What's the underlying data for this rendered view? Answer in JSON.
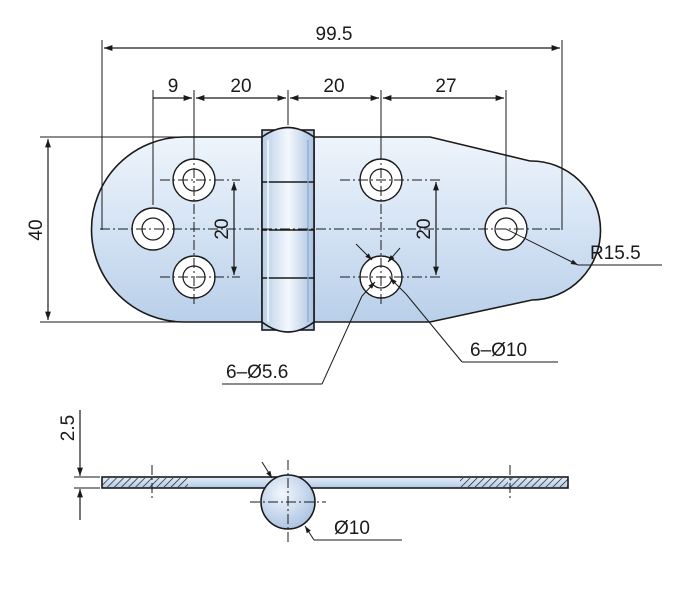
{
  "labels": {
    "overall_width": "99.5",
    "dim_9": "9",
    "dim_20_left": "20",
    "dim_20_right": "20",
    "dim_27": "27",
    "height_40": "40",
    "vert_20_left": "20",
    "vert_20_right": "20",
    "radius": "R15.5",
    "hole_large": "6–Ø10",
    "hole_small": "6–Ø5.6",
    "thickness": "2.5",
    "pin_dia": "Ø10"
  },
  "colors": {
    "plate_fill": "#d8e6f6",
    "plate_fill_dark": "#a9c2e0",
    "hatch": "#1a1a1a",
    "line": "#1a1a1a"
  }
}
